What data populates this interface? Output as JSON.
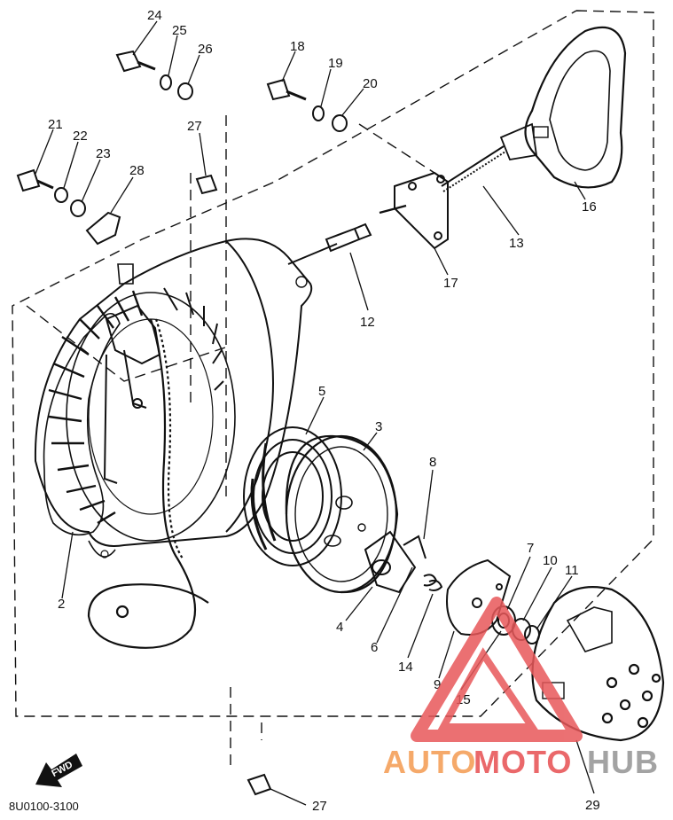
{
  "diagram": {
    "code": "8U0100-3100",
    "fwd_label": "FWD",
    "callouts": [
      "24",
      "25",
      "26",
      "18",
      "19",
      "20",
      "21",
      "22",
      "23",
      "28",
      "27",
      "16",
      "13",
      "17",
      "12",
      "5",
      "3",
      "8",
      "2",
      "4",
      "6",
      "14",
      "9",
      "7",
      "10",
      "11",
      "15",
      "29",
      "27"
    ]
  },
  "watermark": {
    "part1": "AUTO",
    "part2": "MOTO",
    "part3": "HUB",
    "colors": {
      "orange": "#f5a05a",
      "red": "#e8585a",
      "gray": "#9a9a9a"
    }
  }
}
